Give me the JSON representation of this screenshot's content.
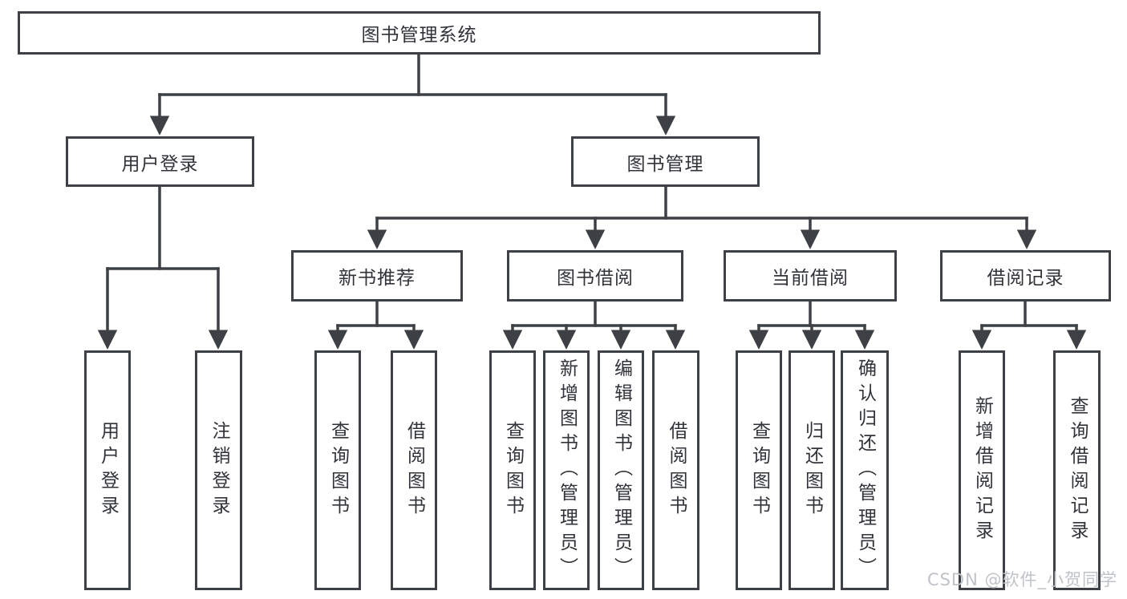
{
  "tree": {
    "root": {
      "label": "图书管理系统"
    },
    "level2": [
      {
        "label": "用户登录",
        "children": [
          {
            "label": "用户登录"
          },
          {
            "label": "注销登录"
          }
        ]
      },
      {
        "label": "图书管理",
        "children": [
          {
            "label": "新书推荐",
            "children": [
              {
                "label": "查询图书"
              },
              {
                "label": "借阅图书"
              }
            ]
          },
          {
            "label": "图书借阅",
            "children": [
              {
                "label": "查询图书"
              },
              {
                "label": "新增图书（管理员）"
              },
              {
                "label": "编辑图书（管理员）"
              },
              {
                "label": "借阅图书"
              }
            ]
          },
          {
            "label": "当前借阅",
            "children": [
              {
                "label": "查询图书"
              },
              {
                "label": "归还图书"
              },
              {
                "label": "确认归还（管理员）"
              }
            ]
          },
          {
            "label": "借阅记录",
            "children": [
              {
                "label": "新增借阅记录"
              },
              {
                "label": "查询借阅记录"
              }
            ]
          }
        ]
      }
    ]
  },
  "watermark": {
    "text": "CSDN @软件_小贺同学"
  },
  "colors": {
    "line": "#3d4045",
    "text": "#303338",
    "watermark": "#bfc3c8",
    "background": "#ffffff"
  }
}
